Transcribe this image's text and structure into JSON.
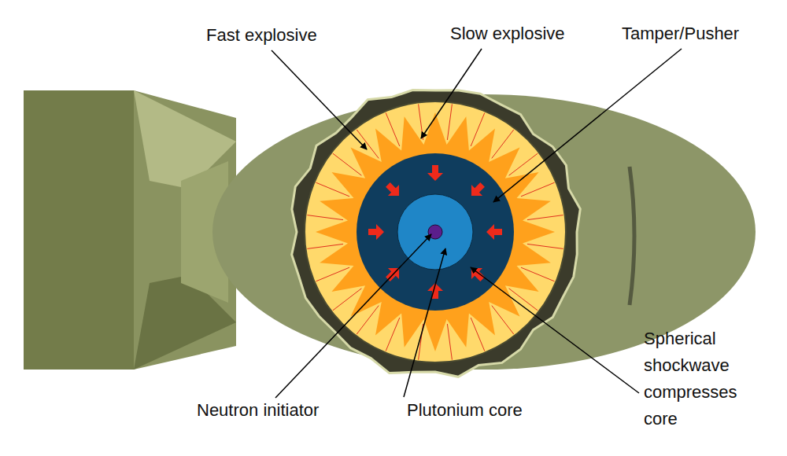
{
  "diagram": {
    "labels": [
      "Fast explosive",
      "Slow explosive",
      "Tamper/Pusher",
      "Spherical shockwave compresses core",
      "Neutron initiator",
      "Plutonium core"
    ]
  }
}
